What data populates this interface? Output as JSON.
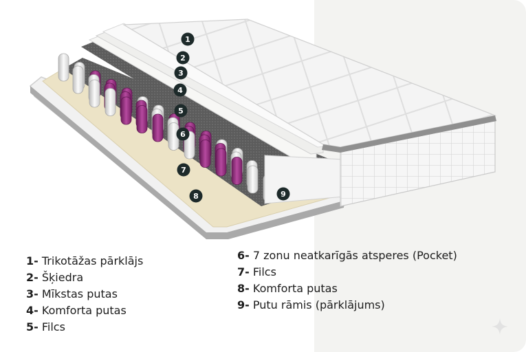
{
  "colors": {
    "marker_fill": "#1d2a2a",
    "marker_text": "#ffffff",
    "spring_purple": "#9c2f86",
    "spring_white": "#f2f2f2",
    "felt": "#5a5a5a",
    "comfort_foam": "#efe7cf",
    "background_right": "#f3f3f1"
  },
  "icons": {
    "corner": "sparkle-icon"
  },
  "markers": [
    {
      "number": "1"
    },
    {
      "number": "2"
    },
    {
      "number": "3"
    },
    {
      "number": "4"
    },
    {
      "number": "5"
    },
    {
      "number": "6"
    },
    {
      "number": "7"
    },
    {
      "number": "8"
    },
    {
      "number": "9"
    }
  ],
  "legend_left": [
    {
      "num": "1-",
      "text": " Trikotāžas pārklājs"
    },
    {
      "num": "2-",
      "text": " Šķiedra"
    },
    {
      "num": "3-",
      "text": " Mīkstas putas"
    },
    {
      "num": "4-",
      "text": " Komforta putas"
    },
    {
      "num": "5-",
      "text": " Filcs"
    }
  ],
  "legend_right": [
    {
      "num": "6-",
      "text": " 7 zonu neatkarīgās atsperes (Pocket)"
    },
    {
      "num": "7-",
      "text": " Filcs"
    },
    {
      "num": "8-",
      "text": " Komforta putas"
    },
    {
      "num": "9-",
      "text": " Putu rāmis (pārklājums)"
    }
  ]
}
